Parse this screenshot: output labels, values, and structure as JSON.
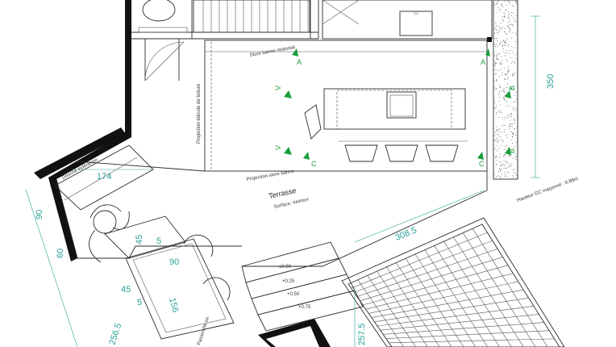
{
  "labels": {
    "douche": "Douche extérieure",
    "terrasse": "Terrasse",
    "surface": "Surface: ####m²",
    "projection_edicule": "Projection édicule de toiture",
    "store_banne_top": "Store banne motorisé",
    "projection_store": "Projection store banne",
    "hauteur_gc": "Hauteur GC maçonné : 0,88m",
    "passerelle": "Passerelle en"
  },
  "levels": [
    "±0.00",
    "+0.25",
    "+0.50",
    "+0.75"
  ],
  "dimensions": {
    "d350": "350",
    "d174": "174",
    "d90_left": "90",
    "d60": "60",
    "d45_a": "45",
    "d45_b": "45",
    "d90_table": "90",
    "d5_a": "5",
    "d5_b": "5",
    "d156": "156",
    "d308": "308.5",
    "d256": "256.5",
    "d257": "257.5"
  },
  "section_marks": {
    "a": "A",
    "b": "B",
    "c": "C",
    "v": "V"
  },
  "colors": {
    "dimension": "#2aa198",
    "marker": "#1a9e3a",
    "wall": "#111111"
  }
}
